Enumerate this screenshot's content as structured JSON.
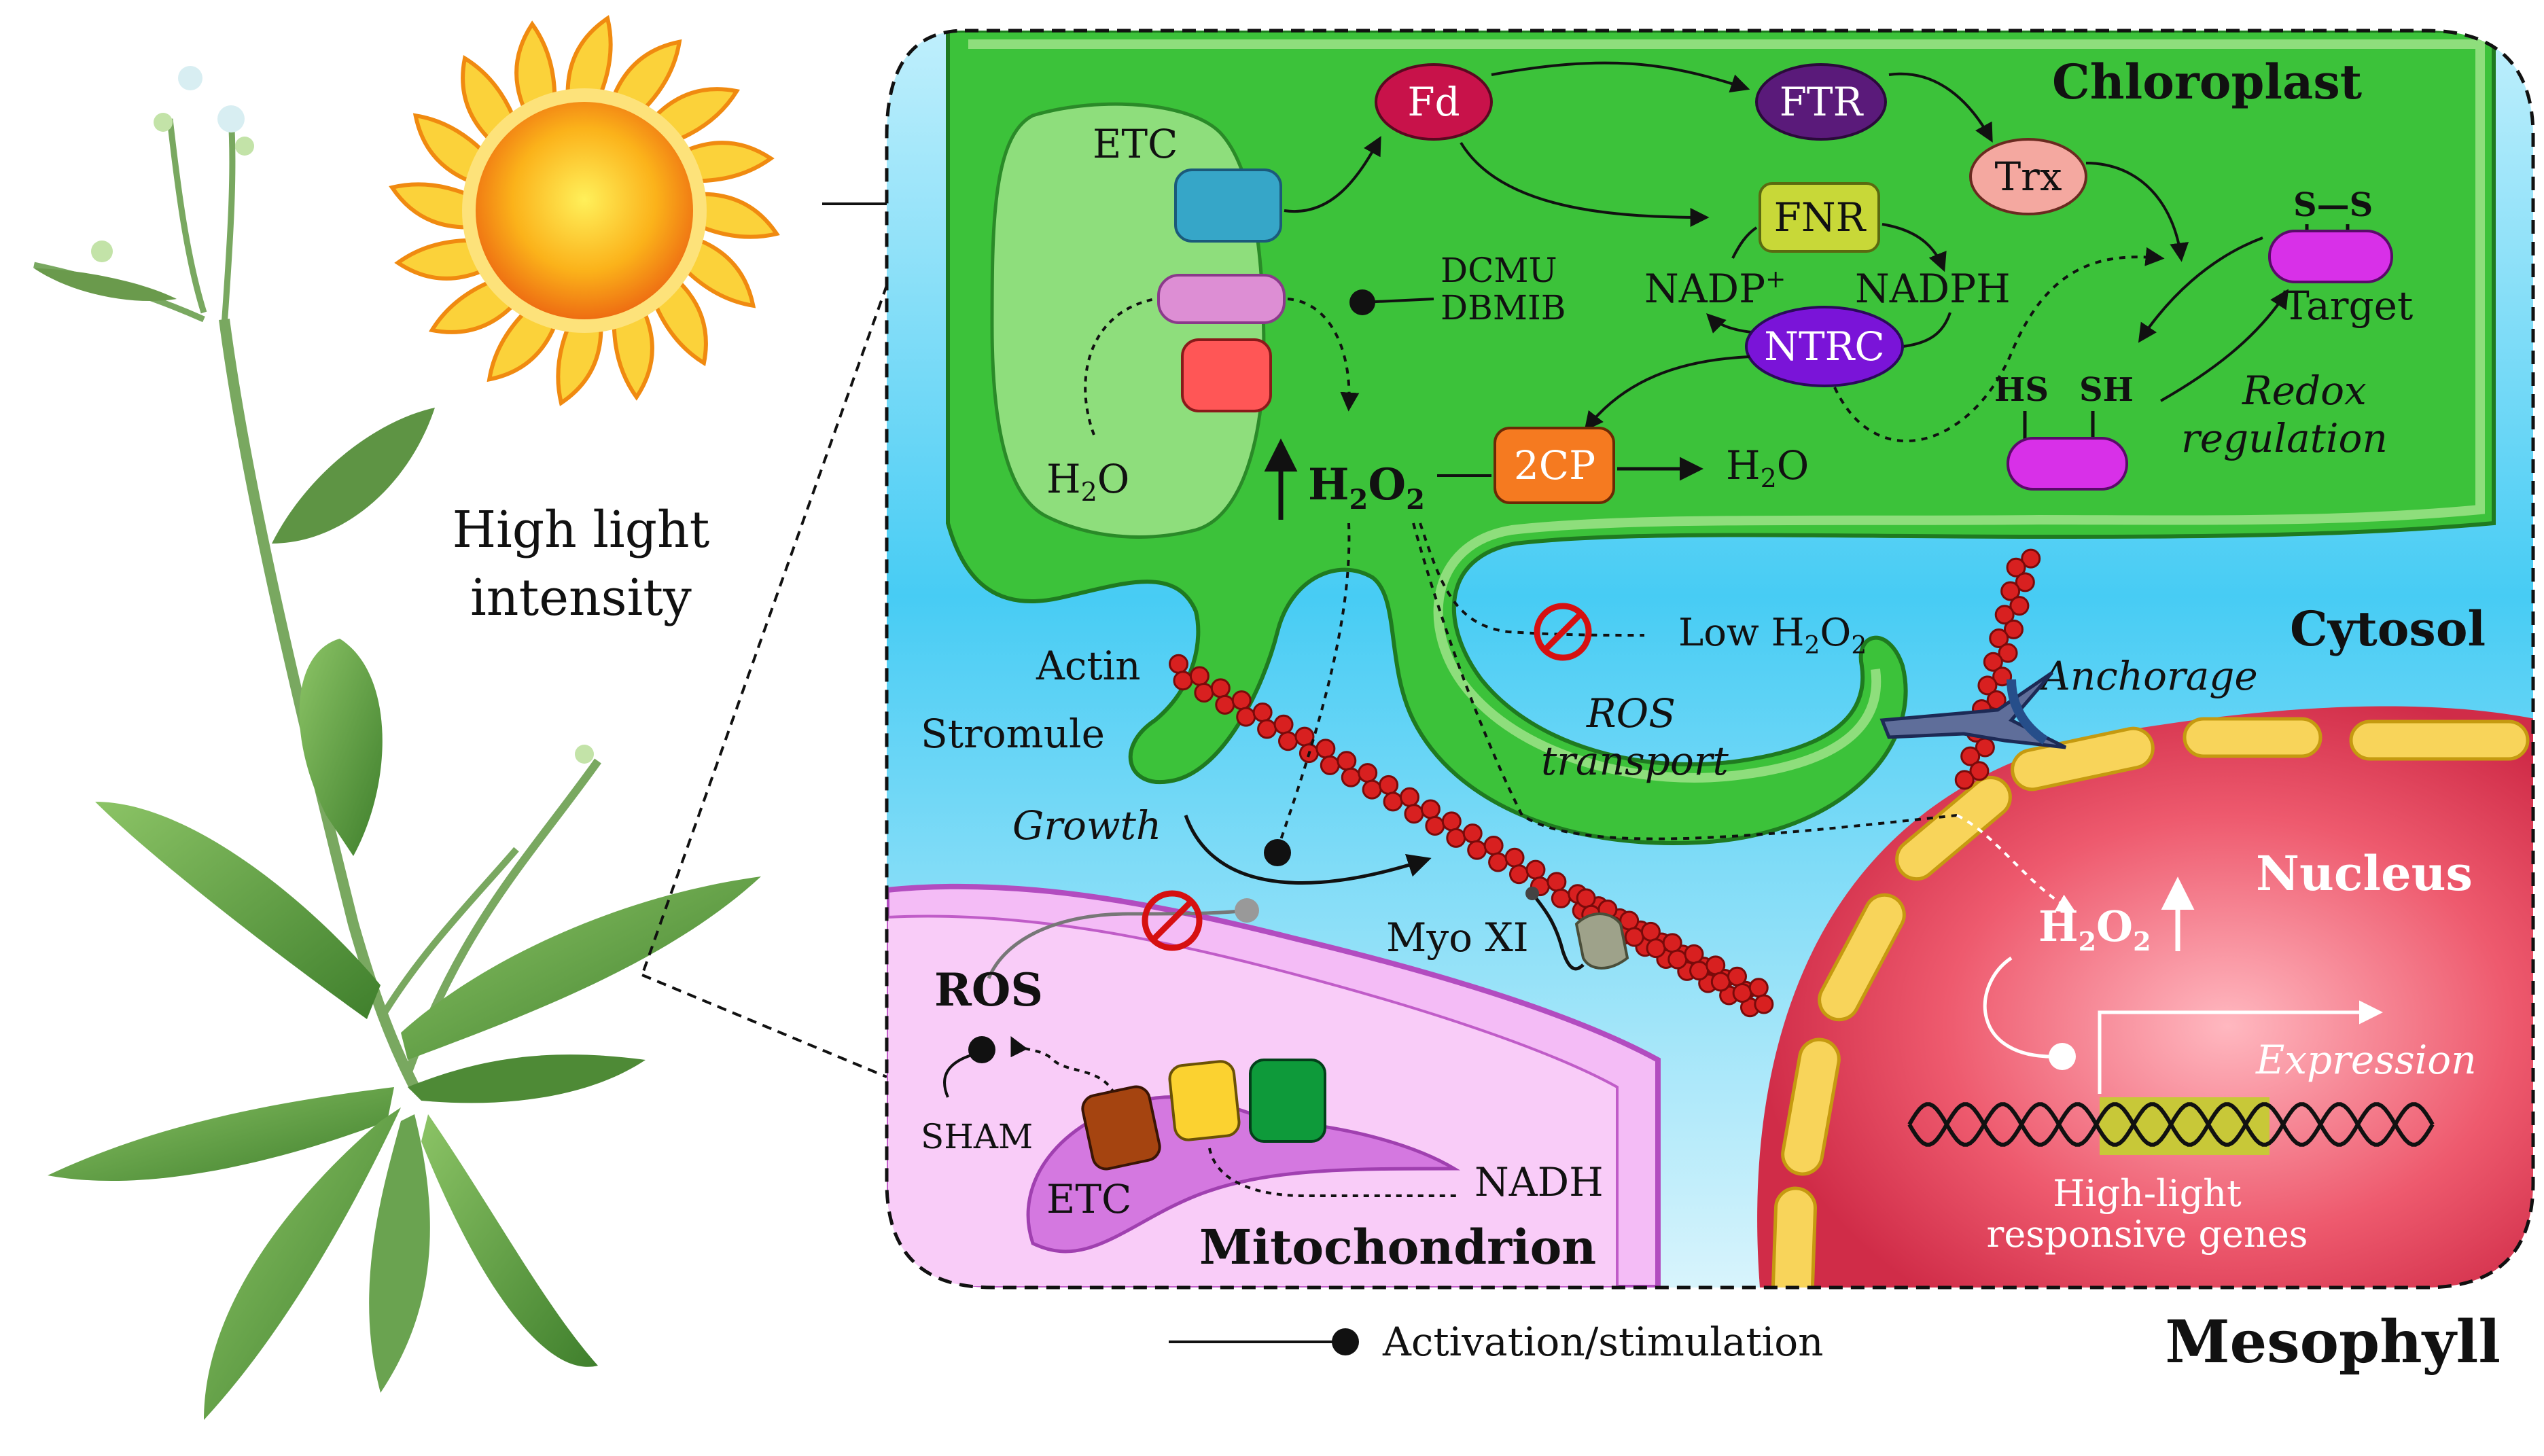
{
  "legend": {
    "activation_label": "Activation/stimulation",
    "mesophyll_label": "Mesophyll"
  },
  "labels": {
    "high_light_1": "High light",
    "high_light_2": "intensity",
    "chloroplast": "Chloroplast",
    "cytosol": "Cytosol",
    "nucleus": "Nucleus",
    "mitochondrion": "Mitochondrion",
    "etc_chloro": "ETC",
    "etc_mito": "ETC",
    "fd": "Fd",
    "ftr": "FTR",
    "trx": "Trx",
    "fnr": "FNR",
    "ntrc": "NTRC",
    "nadp": "NADP",
    "nadp_sup": "+",
    "nadph": "NADPH",
    "dcmu": "DCMU",
    "dbmib": "DBMIB",
    "h2o_left_h": "H",
    "h2o_left_sub": "2",
    "h2o_left_o": "O",
    "h2o2_h": "H",
    "h2o2_sub1": "2",
    "h2o2_o": "O",
    "h2o2_sub2": "2",
    "cp2": "2CP",
    "h2o_right_h": "H",
    "h2o_right_sub": "2",
    "h2o_right_o": "O",
    "target": "Target",
    "ss": "S—S",
    "hs": "HS",
    "sh": "SH",
    "redox_1": "Redox",
    "redox_2": "regulation",
    "low_h2o2_pre": "Low H",
    "low_h2o2_sub1": "2",
    "low_h2o2_o": "O",
    "low_h2o2_sub2": "2",
    "actin": "Actin",
    "stromule": "Stromule",
    "growth": "Growth",
    "ros_transport_1": "ROS",
    "ros_transport_2": "transport",
    "anchorage": "Anchorage",
    "myo": "Myo XI",
    "nuc_h2o2_h": "H",
    "nuc_h2o2_sub1": "2",
    "nuc_h2o2_o": "O",
    "nuc_h2o2_sub2": "2",
    "expression": "Expression",
    "genes_1": "High-light",
    "genes_2": "responsive genes",
    "ros": "ROS",
    "sham": "SHAM",
    "nadh": "NADH"
  },
  "colors": {
    "chloroplast": "#3cc23a",
    "thylakoid": "#8ede7c",
    "cytosol": "#6fd2f2",
    "nucleus": "#e8485e",
    "mitochondrion": "#f0a8f0",
    "fd": "#c8124a",
    "ftr": "#5a1a7a",
    "trx": "#f4a8a0",
    "fnr": "#c8d838",
    "ntrc": "#7a14d8",
    "cp2": "#f57a20",
    "target": "#d830e8",
    "actin": "#d82020",
    "sun": "#f7a011"
  }
}
